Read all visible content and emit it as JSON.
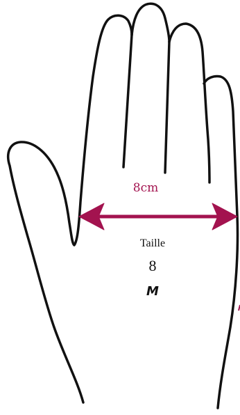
{
  "measurement": {
    "value_label": "8cm",
    "color": "#a3134f"
  },
  "size": {
    "caption": "Taille",
    "number": "8",
    "letter": "M"
  },
  "illustration": {
    "icon": "hand-outline-icon",
    "stroke_color": "#111111"
  }
}
